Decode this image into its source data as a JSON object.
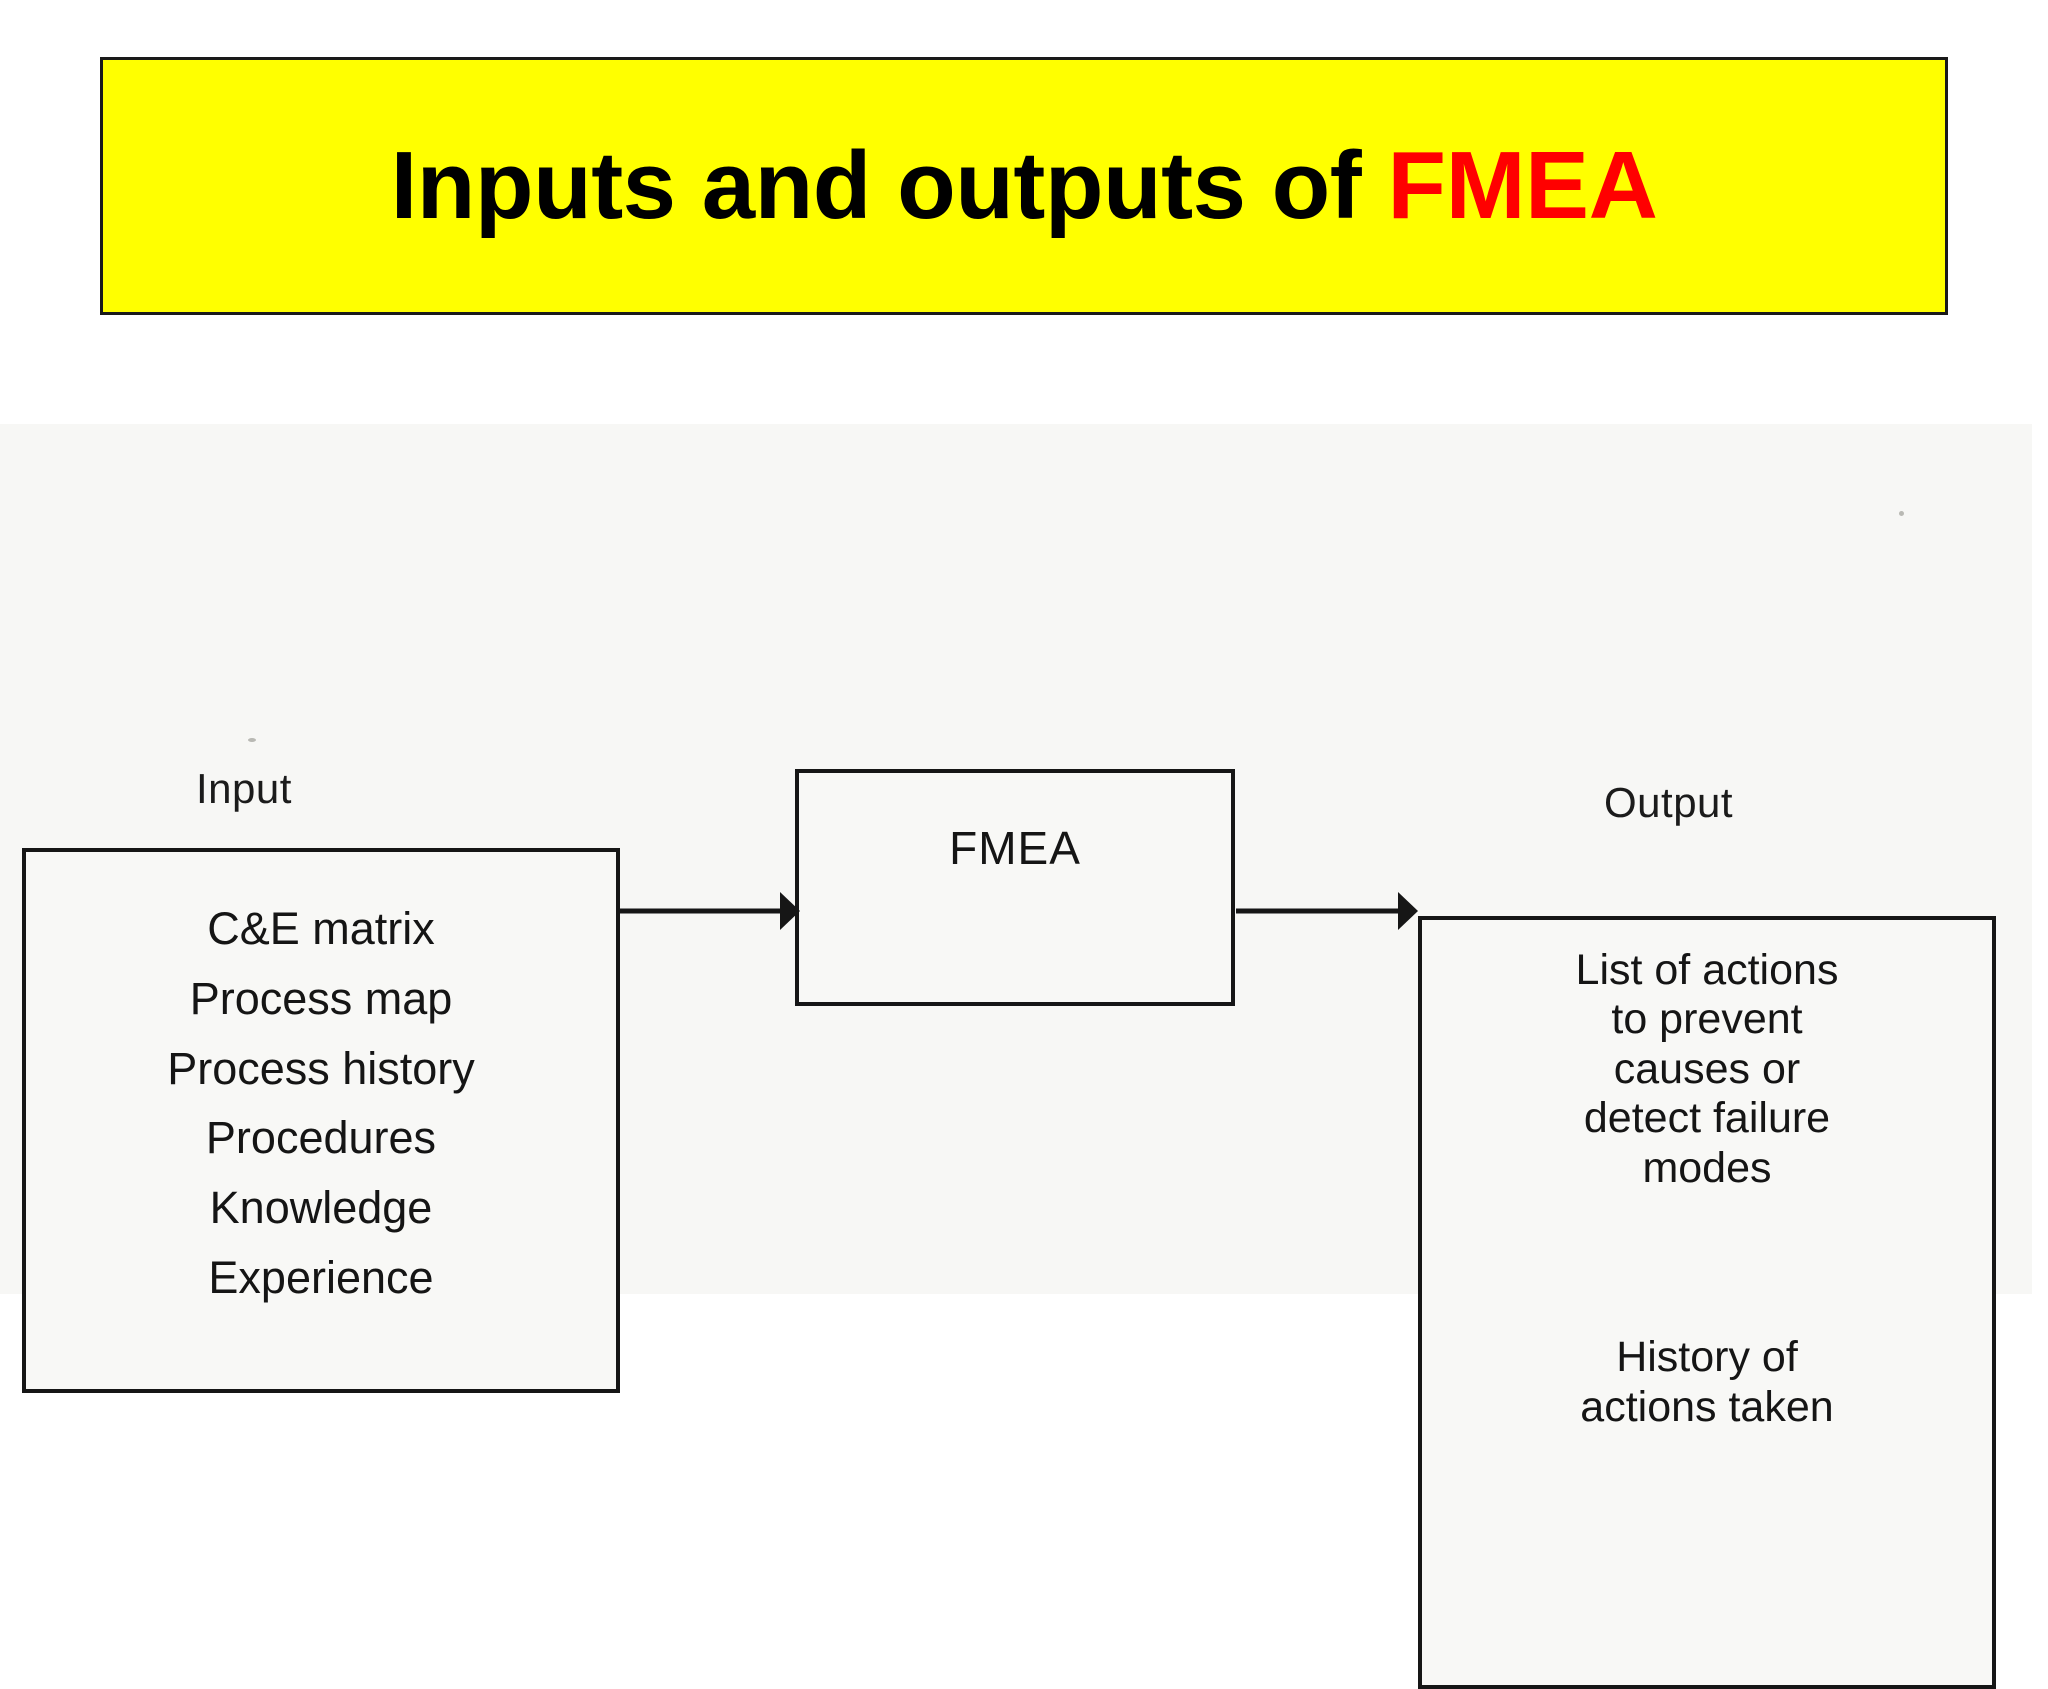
{
  "slide": {
    "title_plain": "Inputs and outputs of ",
    "title_accent": "FMEA",
    "title_background_color": "#ffff00",
    "title_text_color": "#000000",
    "title_accent_color": "#ff0000",
    "background_color": "#ffffff"
  },
  "diagram": {
    "type": "flow",
    "scan_background_color": "#f7f7f5",
    "line_color": "#161616",
    "input": {
      "label": "Input",
      "items": [
        "C&E matrix",
        "Process map",
        "Process history",
        "Procedures",
        "Knowledge",
        "Experience"
      ]
    },
    "process": {
      "label": "FMEA"
    },
    "output": {
      "label": "Output",
      "blocks": [
        "List of actions\nto prevent\ncauses or\ndetect failure\nmodes",
        "History of\nactions taken"
      ],
      "block_1_lines": [
        "List of actions",
        "to prevent",
        "causes or",
        "detect failure",
        "modes"
      ],
      "block_2_lines": [
        "History of",
        "actions taken"
      ]
    },
    "arrows": [
      {
        "name": "input-to-fmea",
        "direction": "right"
      },
      {
        "name": "fmea-to-output",
        "direction": "right"
      }
    ]
  }
}
